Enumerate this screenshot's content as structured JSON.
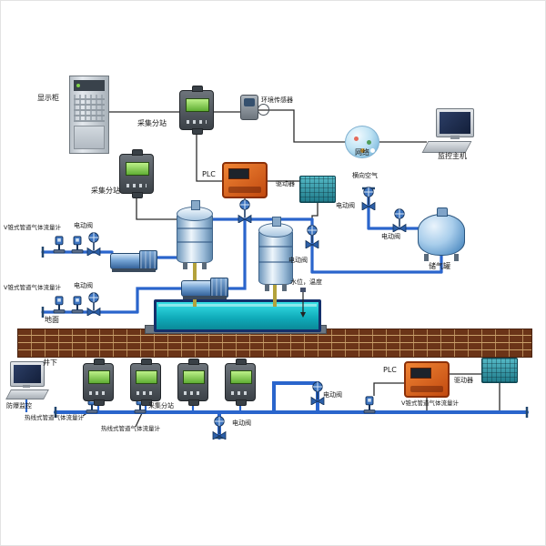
{
  "labels": {
    "display_cabinet": "显示柜",
    "substation": "采集分站",
    "env_sensor": "环境传感器",
    "network": "网络",
    "monitor_host": "监控主机",
    "plc": "PLC",
    "driver": "驱动器",
    "lateral_air": "横向空气",
    "electric_valve": "电动阀",
    "gas_tank": "储气罐",
    "vcone_meter": "V锥式管道气体流量计",
    "hotwire_meter": "热线式管道气体流量计",
    "level_temp": "水位，温度",
    "ground": "地面",
    "underground": "井下",
    "explosion_proof_monitor": "防爆监控"
  },
  "colors": {
    "pipe_blue": "#2a65cc",
    "pipe_yellow": "#b3a23c",
    "pool_cyan": "#12b8c6",
    "plc_orange": "#d2611e",
    "driver_teal": "#2f8e9e",
    "screen_green": "#7fd24a",
    "brick_brown": "#6b3418"
  }
}
